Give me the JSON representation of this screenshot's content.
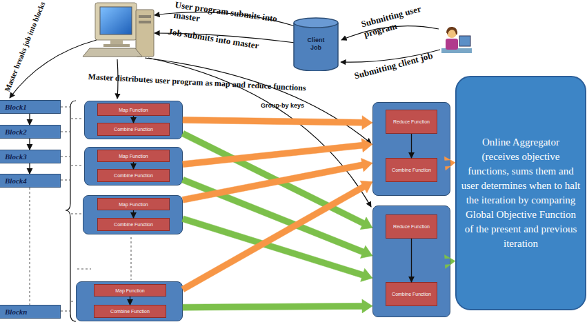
{
  "diagram": {
    "nodes": [
      {
        "text": [
          "Client Job"
        ]
      },
      {
        "text": [
          "Block1"
        ]
      },
      {
        "text": [
          "Block2"
        ]
      },
      {
        "text": [
          "Block3"
        ]
      },
      {
        "text": [
          "Block4"
        ]
      },
      {
        "text": [
          "Blockn"
        ]
      },
      {
        "text": []
      },
      {
        "text": [
          "Map Function"
        ],
        "in": 6
      },
      {
        "text": [
          "Combine Function"
        ],
        "in": 6
      },
      {
        "text": []
      },
      {
        "text": [
          "Map Function"
        ],
        "in": 9
      },
      {
        "text": [
          "Combine Function"
        ],
        "in": 9
      },
      {
        "text": []
      },
      {
        "text": [
          "Map Function"
        ],
        "in": 12
      },
      {
        "text": [
          "Combine Function"
        ],
        "in": 12
      },
      {
        "text": []
      },
      {
        "text": [
          "Map Function"
        ],
        "in": 15
      },
      {
        "text": [
          "Combine Function"
        ],
        "in": 15
      },
      {
        "text": []
      },
      {
        "text": [
          "Reduce Function"
        ],
        "in": 18
      },
      {
        "text": [
          "Combine Function"
        ],
        "in": 18
      },
      {
        "text": []
      },
      {
        "text": [
          "Reduce Function"
        ],
        "in": 21
      },
      {
        "text": [
          "Combine Function"
        ],
        "in": 21
      },
      {
        "text": [
          "Online Aggregator",
          "(receives objective functions, sums them and user determines when to halt the iteration by comparing Global Objective Function of the present and previous iteration"
        ]
      }
    ],
    "edges": [
      {
        "from": 1,
        "to": 2,
        "arrow": "to"
      },
      {
        "from": 2,
        "to": 3,
        "arrow": "to"
      },
      {
        "from": 3,
        "to": 4,
        "arrow": "to"
      },
      {
        "from": 4,
        "to": 5,
        "arrow": "none"
      },
      {
        "from": 7,
        "to": 8,
        "arrow": "to"
      },
      {
        "from": 10,
        "to": 11,
        "arrow": "to"
      },
      {
        "from": 13,
        "to": 14,
        "arrow": "to"
      },
      {
        "from": 16,
        "to": 17,
        "arrow": "to"
      },
      {
        "from": 19,
        "to": 20,
        "arrow": "to"
      },
      {
        "from": 22,
        "to": 23,
        "arrow": "to"
      },
      {
        "from": 6,
        "to": 18,
        "arrow": "to"
      },
      {
        "from": 6,
        "to": 21,
        "arrow": "to"
      },
      {
        "from": 9,
        "to": 18,
        "arrow": "to"
      },
      {
        "from": 9,
        "to": 21,
        "arrow": "to"
      },
      {
        "from": 12,
        "to": 18,
        "arrow": "to"
      },
      {
        "from": 12,
        "to": 21,
        "arrow": "to"
      },
      {
        "from": 15,
        "to": 18,
        "arrow": "to"
      },
      {
        "from": 15,
        "to": 21,
        "arrow": "to"
      },
      {
        "from": 18,
        "to": 24,
        "arrow": "to"
      },
      {
        "from": 21,
        "to": 24,
        "arrow": "to"
      }
    ],
    "labels": [
      "User program submits into master",
      "Job submits into master",
      "Submitting user program",
      "Submitting client job",
      "Master breaks job into blocks",
      "Master distributes user program as map and reduce functions",
      "Group-by keys"
    ]
  }
}
